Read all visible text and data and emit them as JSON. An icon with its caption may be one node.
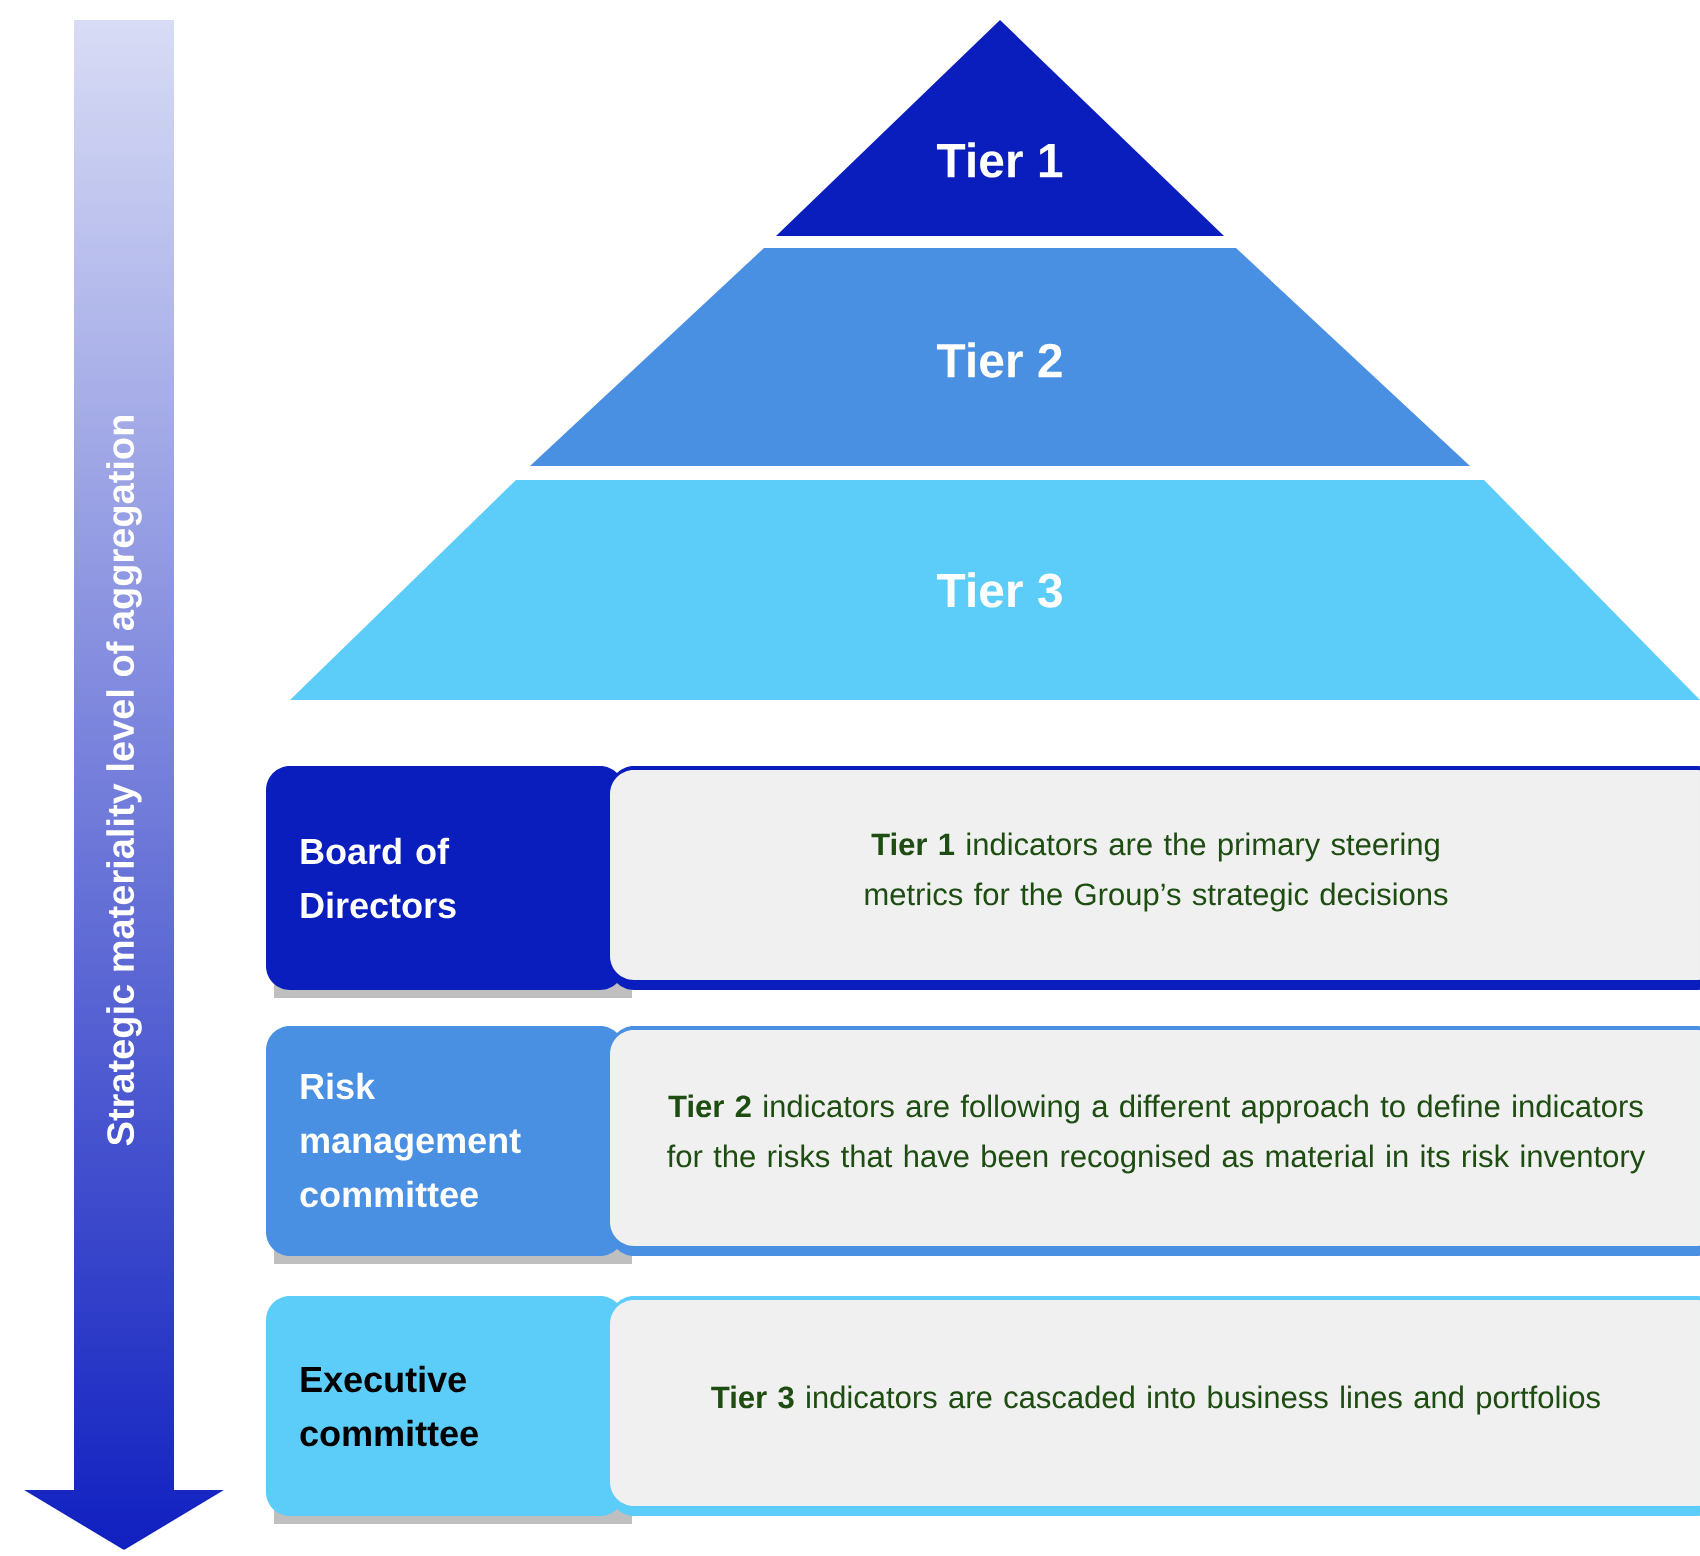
{
  "diagram": {
    "nodes": [
      {
        "text": [
          "Tier 1"
        ]
      },
      {
        "text": [
          "Tier 2"
        ]
      },
      {
        "text": [
          "Tier 3"
        ]
      },
      {
        "text": [
          "Board of Directors"
        ]
      },
      {
        "text": [
          "**Tier 1** indicators are the primary steering metrics for the Group’s strategic decisions"
        ]
      },
      {
        "text": [
          "Risk management committee"
        ]
      },
      {
        "text": [
          "**Tier 2** indicators are following a different approach to define indicators for the risks that have been recognised as material in its risk inventory"
        ]
      },
      {
        "text": [
          "Executive committee"
        ]
      },
      {
        "text": [
          "**Tier 3** indicators are cascaded into business lines and portfolios"
        ]
      }
    ],
    "edges": [],
    "labels": [
      "Strategic materiality level of aggregation"
    ]
  }
}
